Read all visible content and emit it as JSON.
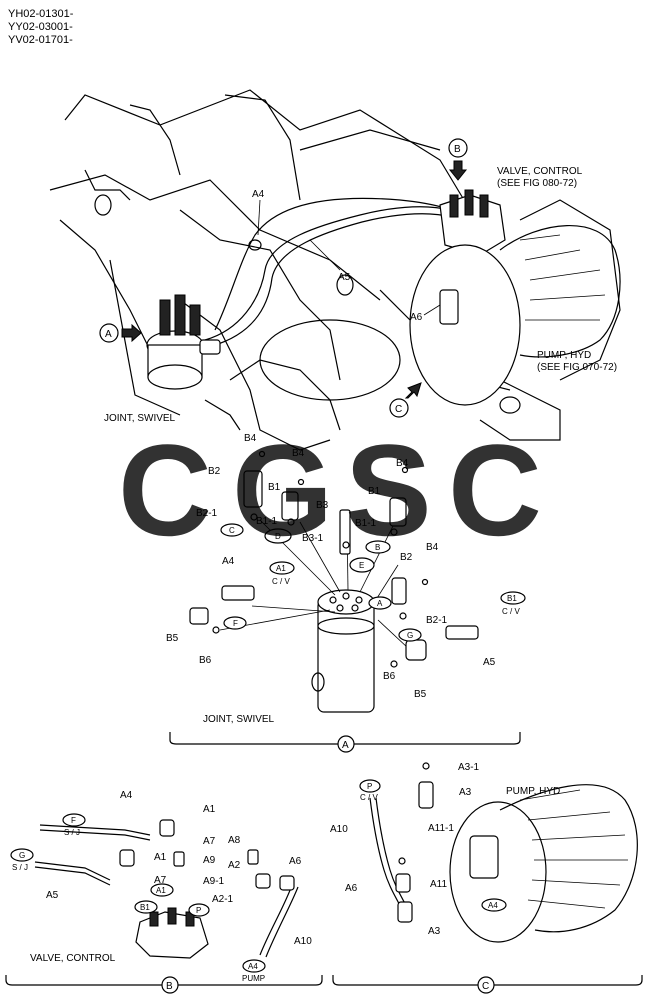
{
  "serials": [
    "YH02-01301-",
    "YY02-03001-",
    "YV02-01701-"
  ],
  "watermark": {
    "letters": [
      "C",
      "G",
      "S",
      "C"
    ],
    "colors": [
      "#4f86f7",
      "#ea4335",
      "#fbbc05",
      "#34a853"
    ]
  },
  "top_view": {
    "marker_a": "A",
    "marker_b": "B",
    "marker_c": "C",
    "valve_label_1": "VALVE, CONTROL",
    "valve_label_2": "(SEE FIG 080-72)",
    "pump_label_1": "PUMP, HYD",
    "pump_label_2": "(SEE FIG 070-72)",
    "joint_label": "JOINT, SWIVEL",
    "a4": "A4",
    "a5": "A5",
    "a6": "A6"
  },
  "detail_a": {
    "title": "JOINT, SWIVEL",
    "section": "A",
    "parts": {
      "b4a": "B4",
      "b4b": "B4",
      "b4c": "B4",
      "b4d": "B4",
      "b2a": "B2",
      "b2b": "B2",
      "b1a": "B1",
      "b1b": "B1",
      "b21a": "B2-1",
      "b21b": "B2-1",
      "b11a": "B1-1",
      "b11b": "B1-1",
      "b3": "B3",
      "b31": "B3-1",
      "a4": "A4",
      "a5": "A5",
      "b5a": "B5",
      "b5b": "B5",
      "b6a": "B6",
      "b6b": "B6"
    },
    "ports": {
      "c": "C",
      "d": "D",
      "e": "E",
      "b": "B",
      "a": "A",
      "f": "F",
      "g": "G"
    },
    "callouts": {
      "a1": "A1",
      "a1_sub": "C / V",
      "b1": "B1",
      "b1_sub": "C / V"
    }
  },
  "detail_b": {
    "title": "VALVE, CONTROL",
    "section": "B",
    "parts": {
      "a4": "A4",
      "a1a": "A1",
      "a1b": "A1",
      "a7a": "A7",
      "a7b": "A7",
      "a8": "A8",
      "a9": "A9",
      "a91": "A9-1",
      "a2": "A2",
      "a21": "A2-1",
      "a5": "A5",
      "a6": "A6",
      "a10": "A10"
    },
    "callouts": {
      "f": "F",
      "f_sub": "S / J",
      "g": "G",
      "g_sub": "S / J",
      "a1": "A1",
      "b1": "B1",
      "p": "P",
      "a4": "A4",
      "a4_sub": "PUMP"
    }
  },
  "detail_c": {
    "title": "PUMP, HYD",
    "section": "C",
    "parts": {
      "a31": "A3-1",
      "a3a": "A3",
      "a3b": "A3",
      "a10": "A10",
      "a111": "A11-1",
      "a6": "A6",
      "a11": "A11",
      "a4": "A4"
    },
    "callouts": {
      "p": "P",
      "p_sub": "C / V"
    }
  }
}
